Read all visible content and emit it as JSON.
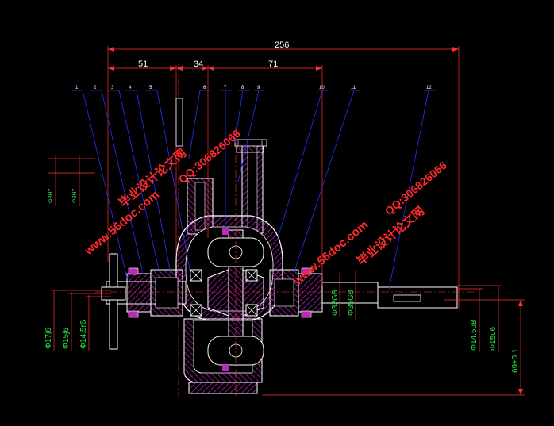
{
  "dimensions": {
    "overall": "256",
    "seg1": "51",
    "seg2": "34",
    "seg3": "71",
    "height": "69±0.1"
  },
  "fits_left": [
    "Φ17j6",
    "Φ15j6",
    "Φ14.5r6"
  ],
  "fits_center": [
    "Φ32G8",
    "Φ35G8"
  ],
  "fits_right": [
    "Φ14.5u8",
    "Φ15u6"
  ],
  "fits_small": [
    "Φ8H7",
    "Φ8H7"
  ],
  "part_numbers": [
    "1",
    "2",
    "3",
    "4",
    "5",
    "6",
    "7",
    "8",
    "9",
    "10",
    "11",
    "12"
  ],
  "watermarks": {
    "site_a": "www.56doc.com",
    "site_b": "www.56doc.com",
    "qq_a": "QQ:306826066",
    "qq_b": "QQ:306826066",
    "cn_a": "毕业设计论文网",
    "cn_b": "毕业设计论文网"
  },
  "colors": {
    "background": "#000000",
    "outline": "#ffffff",
    "hatch": "#c026c0",
    "leader": "#2233ff",
    "dimension": "#ff3030",
    "fit_text": "#22e84a",
    "center_line": "#ff3030",
    "watermark": "#ff2a2a"
  }
}
